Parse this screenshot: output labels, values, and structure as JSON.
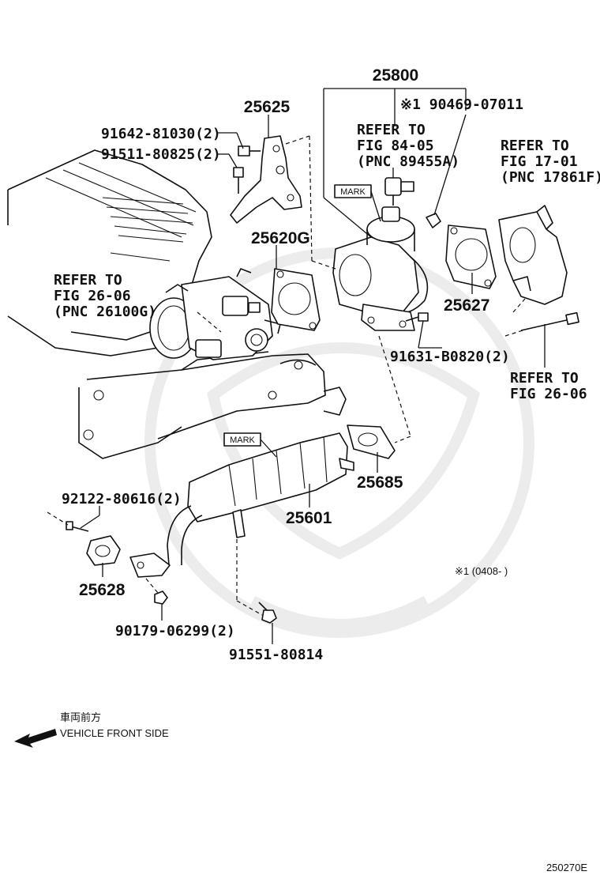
{
  "labels": {
    "p25800": "25800",
    "p190469": "※1 90469-07011",
    "p25625": "25625",
    "p91642": "91642-81030(2)",
    "p91511": "91511-80825(2)",
    "p25620g": "25620G",
    "p25627": "25627",
    "p91631": "91631-B0820(2)",
    "p25685": "25685",
    "p25601": "25601",
    "p92122": "92122-80616(2)",
    "p25628": "25628",
    "p90179": "90179-06299(2)",
    "p91551": "91551-80814"
  },
  "refers": {
    "fig84_1": "REFER TO",
    "fig84_2": "FIG 84-05",
    "fig84_3": "(PNC 89455A)",
    "fig17_1": "REFER TO",
    "fig17_2": "FIG 17-01",
    "fig17_3": "(PNC 17861F)",
    "fig26a_1": "REFER TO",
    "fig26a_2": "FIG 26-06",
    "fig26a_3": "(PNC 26100G)",
    "fig26b_1": "REFER TO",
    "fig26b_2": "FIG 26-06"
  },
  "marks": {
    "top": "MARK",
    "lower": "MARK"
  },
  "footnote": "※1 (0408-      )",
  "direction": {
    "jp": "車両前方",
    "en": "VEHICLE FRONT SIDE"
  },
  "figure_code": "250270E"
}
